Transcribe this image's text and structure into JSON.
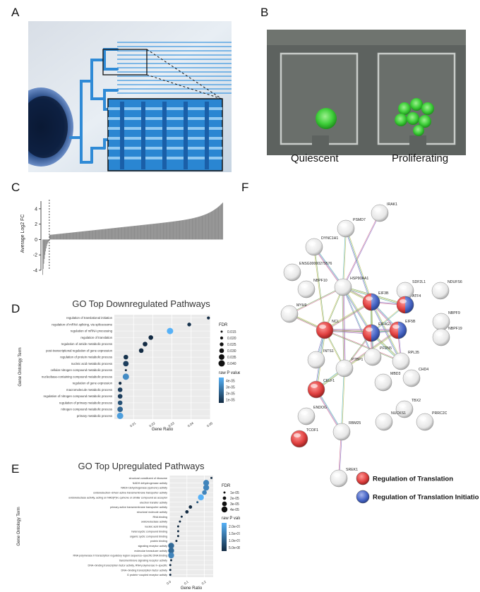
{
  "panel_letters": {
    "a": "A",
    "b": "B",
    "c": "C",
    "d": "D",
    "e": "E",
    "f": "F"
  },
  "panel_b": {
    "captions": [
      "Quiescent",
      "Proliferating"
    ]
  },
  "colors": {
    "go_light": "#56b1f7",
    "go_dark": "#132b43",
    "translation": "#e0403f",
    "initiation": "#4a68c8",
    "device_blue": "#2d8fd8"
  },
  "chart_data": [
    {
      "id": "C",
      "type": "bar",
      "title": "",
      "xlabel": "",
      "ylabel": "Average Log2 FC",
      "ylim": [
        -4,
        5
      ],
      "yticks": [
        "4",
        "2",
        "0",
        "-2",
        "-4"
      ],
      "description_of_values": "sorted per-gene log2 fold change; ~12 negative genes left of dashed line, ~300 positive genes rising to ~4.8",
      "n_negative": 12,
      "n_positive": 300,
      "min_value": -4.6,
      "max_value": 4.8,
      "grid": false
    },
    {
      "id": "D",
      "type": "scatter",
      "title": "GO Top Downregulated Pathways",
      "xlabel": "Gene Ratio",
      "ylabel": "Gene Ontology Term",
      "xticks": [
        "0.01",
        "0.02",
        "0.03",
        "0.04",
        "0.05"
      ],
      "xlim": [
        0,
        0.05
      ],
      "size_legend_title": "FDR",
      "size_legend": [
        "0.015",
        "0.020",
        "0.025",
        "0.030",
        "0.035",
        "0.040"
      ],
      "color_legend_title": "raw P value",
      "color_legend": [
        "4e-05",
        "3e-05",
        "2e-05",
        "1e-05"
      ],
      "categories": [
        "regulation of translational initiation",
        "regulation of mRNA splicing, via spliceosome",
        "regulation of mRNA processing",
        "regulation of translation",
        "regulation of amide metabolic process",
        "post-transcriptional regulation of gene expression",
        "regulation of protein metabolic process",
        "nucleic acid metabolic process",
        "cellular nitrogen compound metabolic process",
        "nucleobase-containing compound metabolic process",
        "regulation of gene expression",
        "macromolecule metabolic process",
        "regulation of nitrogen compound metabolic process",
        "regulation of primary metabolic process",
        "nitrogen compound metabolic process",
        "primary metabolic process"
      ],
      "gene_ratio": [
        0.049,
        0.039,
        0.029,
        0.019,
        0.016,
        0.014,
        0.006,
        0.006,
        0.006,
        0.006,
        0.003,
        0.003,
        0.003,
        0.003,
        0.003,
        0.003
      ],
      "raw_p": [
        1e-05,
        1.2e-05,
        4.5e-05,
        1e-05,
        1e-05,
        1e-05,
        1.2e-05,
        1.5e-05,
        1e-05,
        3.5e-05,
        1e-05,
        1.5e-05,
        1.5e-05,
        2e-05,
        2.5e-05,
        4e-05
      ],
      "fdr": [
        0.02,
        0.025,
        0.04,
        0.03,
        0.03,
        0.03,
        0.03,
        0.035,
        0.015,
        0.04,
        0.02,
        0.03,
        0.03,
        0.03,
        0.035,
        0.04
      ],
      "grid": true
    },
    {
      "id": "E",
      "type": "scatter",
      "title": "GO Top Upregulated Pathways",
      "xlabel": "Gene Ratio",
      "ylabel": "Gene Ontology Term",
      "xticks": [
        "0.0",
        "0.1",
        "0.2"
      ],
      "xlim": [
        0,
        0.25
      ],
      "size_legend_title": "FDR",
      "size_legend": [
        "1e-05",
        "2e-05",
        "3e-05",
        "4e-05"
      ],
      "color_legend_title": "raw P value",
      "color_legend": [
        "2.0e-07",
        "1.5e-07",
        "1.0e-07",
        "5.0e-08"
      ],
      "categories": [
        "structural constituent of ribosome",
        "NADH dehydrogenase activity",
        "NADH dehydrogenase (quinone) activity",
        "oxidoreduction−driven active transmembrane transporter activity",
        "oxidoreductase activity, acting on NAD(P)H, quinone or similar compound as acceptor",
        "electron transfer activity",
        "primary active transmembrane transporter activity",
        "structural molecule activity",
        "RNA binding",
        "oxidoreductase activity",
        "nucleic acid binding",
        "heterocyclic compound binding",
        "organic cyclic compound binding",
        "protein binding",
        "signaling receptor activity",
        "molecular transducer activity",
        "RNA polymerase II transcription regulatory region sequence−specific DNA binding",
        "transmembrane signaling receptor activity",
        "DNA−binding transcription factor activity, RNA polymerase II−specific",
        "DNA−binding transcription factor activity",
        "G protein−coupled receptor activity"
      ],
      "gene_ratio": [
        0.24,
        0.21,
        0.21,
        0.2,
        0.18,
        0.16,
        0.12,
        0.1,
        0.07,
        0.06,
        0.05,
        0.05,
        0.05,
        0.04,
        0.01,
        0.01,
        0.01,
        0.01,
        0.005,
        0.005,
        0.005
      ],
      "raw_p": [
        5e-08,
        1.5e-07,
        1.5e-07,
        1.5e-07,
        2e-07,
        1e-07,
        5e-08,
        5e-08,
        5e-08,
        5e-08,
        5e-08,
        5e-08,
        5e-08,
        5e-08,
        1.2e-07,
        1.2e-07,
        1.5e-07,
        5e-08,
        5e-08,
        5e-08,
        5e-08
      ],
      "fdr": [
        1e-05,
        4e-05,
        4e-05,
        3e-05,
        4e-05,
        1e-05,
        2e-05,
        2e-05,
        1e-05,
        1e-05,
        1e-05,
        1e-05,
        1e-05,
        1e-05,
        4e-05,
        4e-05,
        4e-05,
        1e-05,
        1e-05,
        1e-05,
        1e-05
      ],
      "grid": true
    }
  ],
  "network": {
    "nodes": [
      {
        "id": "IRAK1",
        "color": "white"
      },
      {
        "id": "PSMD7",
        "color": "white"
      },
      {
        "id": "DYNC1H1",
        "color": "white"
      },
      {
        "id": "ENSG00000279576",
        "color": "white"
      },
      {
        "id": "NBPF10",
        "color": "white"
      },
      {
        "id": "HSP90AA1",
        "color": "white"
      },
      {
        "id": "SDF2L1",
        "color": "white"
      },
      {
        "id": "NDUFS6",
        "color": "white"
      },
      {
        "id": "EIF3B",
        "color": "both"
      },
      {
        "id": "ATF4",
        "color": "both"
      },
      {
        "id": "MYH9",
        "color": "white"
      },
      {
        "id": "NCL",
        "color": "red"
      },
      {
        "id": "EIF4G1",
        "color": "both"
      },
      {
        "id": "EIF5B",
        "color": "both"
      },
      {
        "id": "NBPF9",
        "color": "white"
      },
      {
        "id": "NBPF19",
        "color": "white"
      },
      {
        "id": "INTS1",
        "color": "white"
      },
      {
        "id": "PFDN5",
        "color": "white"
      },
      {
        "id": "RPL35",
        "color": "white"
      },
      {
        "id": "PTBP1",
        "color": "white"
      },
      {
        "id": "CELF1",
        "color": "red"
      },
      {
        "id": "MBD3",
        "color": "white"
      },
      {
        "id": "CHD4",
        "color": "white"
      },
      {
        "id": "TBX2",
        "color": "white"
      },
      {
        "id": "ENDOG",
        "color": "white"
      },
      {
        "id": "NUCKS1",
        "color": "white"
      },
      {
        "id": "PRRC2C",
        "color": "white"
      },
      {
        "id": "TCOF1",
        "color": "red"
      },
      {
        "id": "RBM25",
        "color": "white"
      },
      {
        "id": "SREK1",
        "color": "white"
      }
    ],
    "legend": [
      {
        "label": "Regulation of Translation",
        "color": "red"
      },
      {
        "label": "Regulation of Translation Initiation",
        "color": "blue"
      }
    ]
  }
}
